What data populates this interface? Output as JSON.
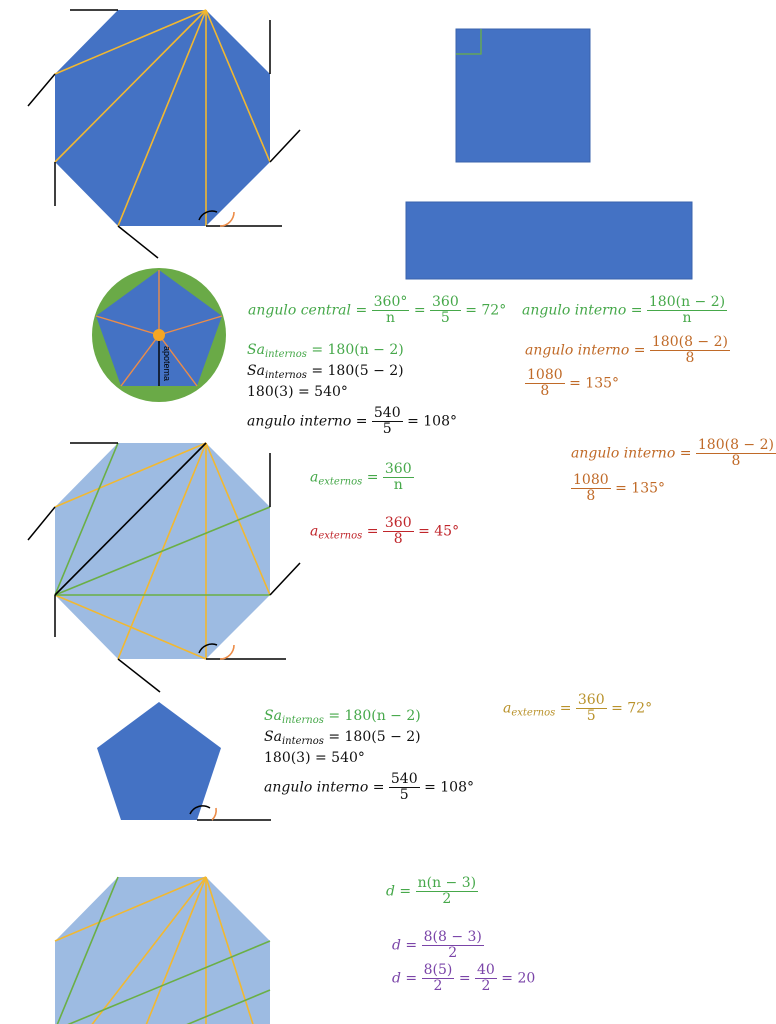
{
  "colors": {
    "polygon_blue": "#4472c4",
    "polygon_light": "#9dbbe2",
    "diagonal_gold": "#f2b830",
    "diagonal_green": "#6aaf45",
    "circle_green": "#6aaa47",
    "radius_orange": "#ec8c48",
    "center_dot": "#f5a623",
    "angle_arc": "#ec8c48"
  },
  "pentagon_circle": {
    "apothem_label": "apotema"
  },
  "formulas": {
    "central": {
      "lhs": "angulo central",
      "num1": "360°",
      "den1": "n",
      "num2": "360",
      "den2": "5",
      "result": "72°"
    },
    "interior_n": {
      "lhs": "angulo interno",
      "num": "180(n − 2)",
      "den": "n"
    },
    "interior_8_a": {
      "lhs": "angulo interno",
      "num": "180(8 − 2)",
      "den": "8",
      "num2": "1080",
      "den2": "8",
      "result": "135°"
    },
    "sum_pentagon_1": {
      "lhs": "Sa",
      "sub": "internos",
      "rhs": "= 180(n − 2)",
      "l2": "= 180(5 − 2)",
      "l3": "180(3) = 540°",
      "l4": "angulo interno",
      "num": "540",
      "den": "5",
      "result": "108°"
    },
    "interior_8_b": {
      "lhs": "angulo interno",
      "num": "180(8 − 2)",
      "den": "8",
      "num2": "1080",
      "den2": "8",
      "result": "135°"
    },
    "ext_n": {
      "lhs": "a",
      "sub": "externos",
      "num": "360",
      "den": "n"
    },
    "ext_8": {
      "lhs": "a",
      "sub": "externos",
      "num": "360",
      "den": "8",
      "result": "45°"
    },
    "sum_pentagon_2": {
      "lhs": "Sa",
      "sub": "internos",
      "rhs": "= 180(n − 2)",
      "l2": "= 180(5 − 2)",
      "l3": "180(3) = 540°",
      "l4": "angulo interno",
      "num": "540",
      "den": "5",
      "result": "108°"
    },
    "ext_5": {
      "lhs": "a",
      "sub": "externos",
      "num": "360",
      "den": "5",
      "result": "72°"
    },
    "diagonals_n": {
      "lhs": "d",
      "num": "n(n − 3)",
      "den": "2"
    },
    "diagonals_8": {
      "lhs": "d",
      "num": "8(8 − 3)",
      "den": "2",
      "num2": "8(5)",
      "den2": "2",
      "num3": "40",
      "den3": "2",
      "result": "20"
    }
  }
}
